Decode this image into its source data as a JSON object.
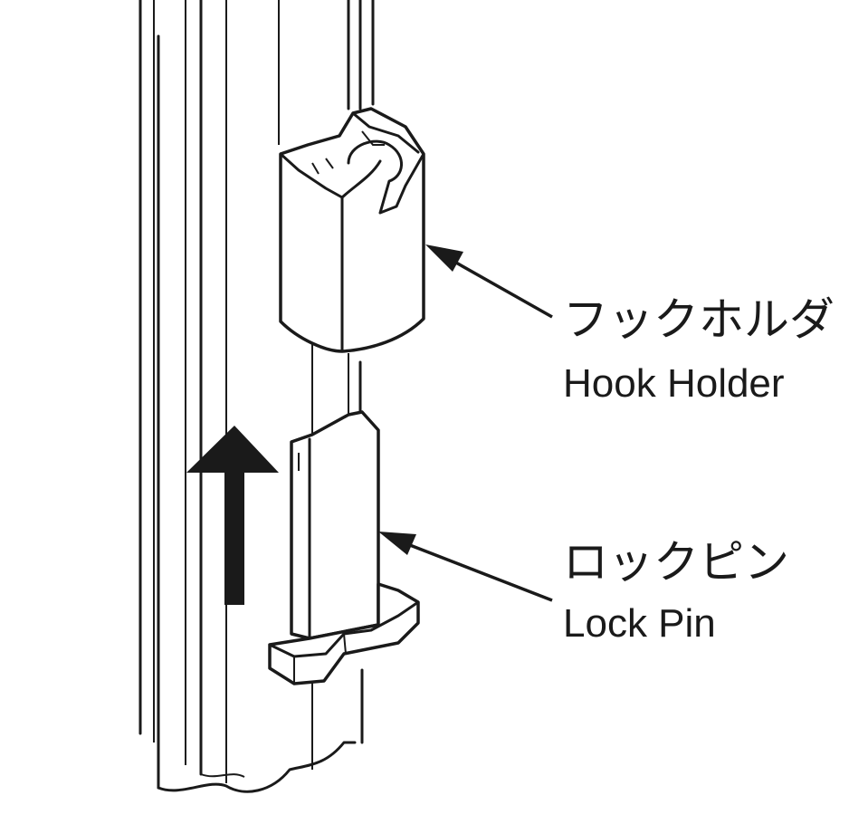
{
  "labels": {
    "hook_holder": {
      "jp": "フックホルダ",
      "en": "Hook Holder"
    },
    "lock_pin": {
      "jp": "ロックピン",
      "en": "Lock Pin"
    }
  },
  "icons": {
    "direction_arrow": "arrow-up-icon",
    "callout_arrow": "arrow-left-icon"
  },
  "colors": {
    "line": "#1a1a1a",
    "background": "#ffffff"
  }
}
